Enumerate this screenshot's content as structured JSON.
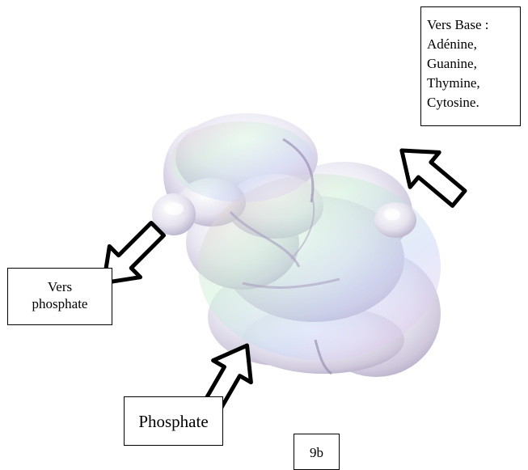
{
  "labels": {
    "base": [
      "Vers Base :",
      "Adénine,",
      "Guanine,",
      "Thymine,",
      "Cytosine."
    ],
    "vers_phosphate": [
      "Vers",
      "phosphate"
    ],
    "phosphate": "Phosphate",
    "figure_number": "9b"
  },
  "colors": {
    "molecule_base": "#ecebf4",
    "molecule_shade": "#b9b2cc",
    "arrow_stroke": "#000000"
  }
}
